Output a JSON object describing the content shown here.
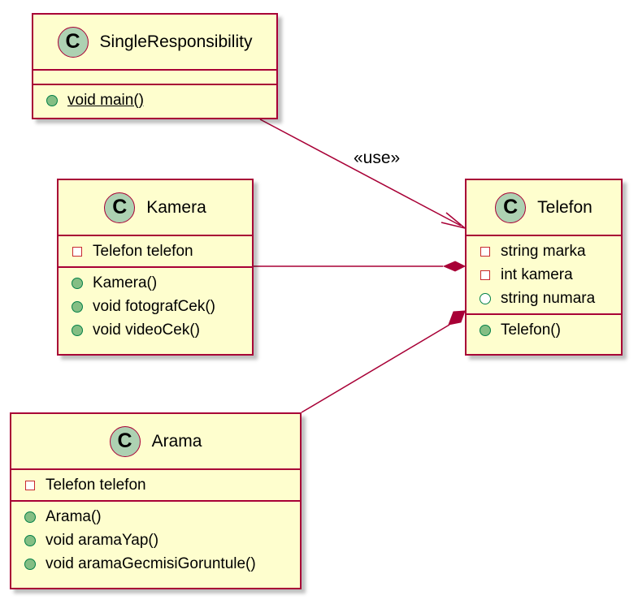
{
  "diagram": {
    "type": "uml-class",
    "colors": {
      "line": "#A80036",
      "fill": "#FEFECE",
      "badge": "#ADD1B2",
      "public": "#84BE84",
      "private": "#C82930"
    },
    "classes": {
      "singleResponsibility": {
        "name": "SingleResponsibility",
        "badge": "C",
        "fields": [],
        "methods": [
          {
            "text": "void main()",
            "visibility": "public",
            "static": true
          }
        ]
      },
      "kamera": {
        "name": "Kamera",
        "badge": "C",
        "fields": [
          {
            "text": "Telefon telefon",
            "visibility": "private"
          }
        ],
        "methods": [
          {
            "text": "Kamera()",
            "visibility": "public"
          },
          {
            "text": "void fotografCek()",
            "visibility": "public"
          },
          {
            "text": "void videoCek()",
            "visibility": "public"
          }
        ]
      },
      "telefon": {
        "name": "Telefon",
        "badge": "C",
        "fields": [
          {
            "text": "string marka",
            "visibility": "private"
          },
          {
            "text": "int kamera",
            "visibility": "private"
          },
          {
            "text": "string numara",
            "visibility": "public"
          }
        ],
        "methods": [
          {
            "text": "Telefon()",
            "visibility": "public"
          }
        ]
      },
      "arama": {
        "name": "Arama",
        "badge": "C",
        "fields": [
          {
            "text": "Telefon telefon",
            "visibility": "private"
          }
        ],
        "methods": [
          {
            "text": "Arama()",
            "visibility": "public"
          },
          {
            "text": "void aramaYap()",
            "visibility": "public"
          },
          {
            "text": "void aramaGecmisiGoruntule()",
            "visibility": "public"
          }
        ]
      }
    },
    "relations": [
      {
        "from": "SingleResponsibility",
        "to": "Telefon",
        "kind": "dependency",
        "label": "«use»"
      },
      {
        "from": "Kamera",
        "to": "Telefon",
        "kind": "composition"
      },
      {
        "from": "Arama",
        "to": "Telefon",
        "kind": "composition"
      }
    ]
  }
}
